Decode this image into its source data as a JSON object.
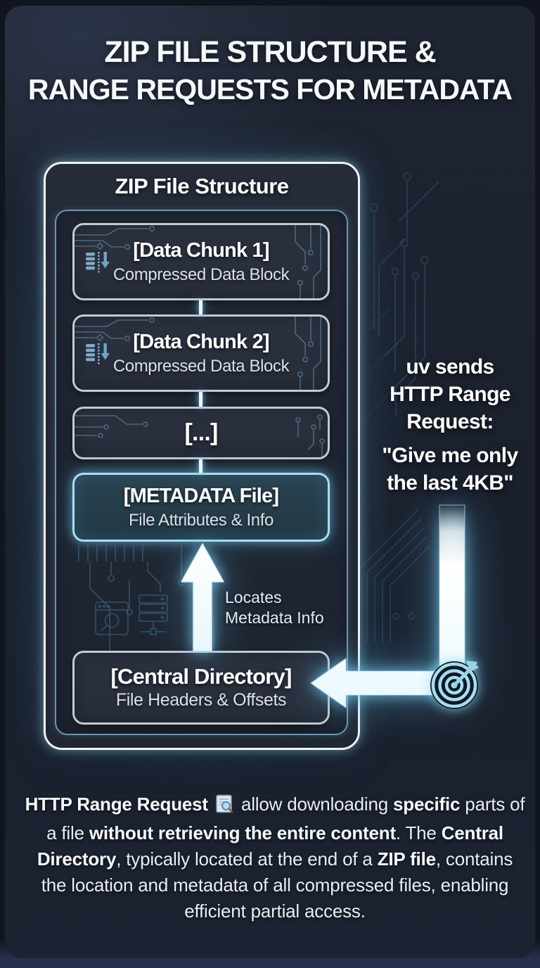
{
  "title": {
    "line1": "ZIP FILE STRUCTURE &",
    "line2": "RANGE REQUESTS FOR METADATA"
  },
  "panel": {
    "heading": "ZIP File Structure",
    "chunks": [
      {
        "label": "[Data Chunk 1]",
        "sublabel": "Compressed Data Block"
      },
      {
        "label": "[Data Chunk 2]",
        "sublabel": "Compressed Data Block"
      }
    ],
    "ellipsis_label": "[...]",
    "metadata": {
      "label": "[METADATA File]",
      "sublabel": "File Attributes & Info"
    },
    "arrow_label": {
      "line1": "Locates",
      "line2": "Metadata Info"
    },
    "central": {
      "label": "[Central Directory]",
      "sublabel": "File Headers & Offsets"
    }
  },
  "annotation": {
    "lines": [
      "uv sends",
      "HTTP Range",
      "Request:"
    ],
    "quote_lines": [
      "\"Give me only",
      "the last 4KB\""
    ]
  },
  "paragraph": {
    "segments": [
      {
        "text": "HTTP Range Request",
        "bold": true
      },
      {
        "icon": "doc-magnifier-icon"
      },
      {
        "text": " allow downloading ",
        "bold": false
      },
      {
        "text": "specific",
        "bold": true
      },
      {
        "text": " parts of a file ",
        "bold": false
      },
      {
        "text": "without retrieving the entire content",
        "bold": true
      },
      {
        "text": ". The ",
        "bold": false
      },
      {
        "text": "Central Directory",
        "bold": true
      },
      {
        "text": ", typically located at the end of a ",
        "bold": false
      },
      {
        "text": "ZIP file",
        "bold": true
      },
      {
        "text": ", contains the location and metadata of all compressed files, enabling efficient partial access.",
        "bold": false
      }
    ]
  },
  "icons": {
    "chunk": "compress-download-icon",
    "request_target": "bullseye-dart-icon",
    "paragraph_inline": "doc-magnifier-icon"
  },
  "colors": {
    "background": "#1b2130",
    "panel_border": "#eef3f6",
    "inner_border": "#6e94ad",
    "box_border": "#c3cad2",
    "accent_cyan": "#a6dff2",
    "glow": "#7fd0ea",
    "text": "#eef1f6"
  }
}
